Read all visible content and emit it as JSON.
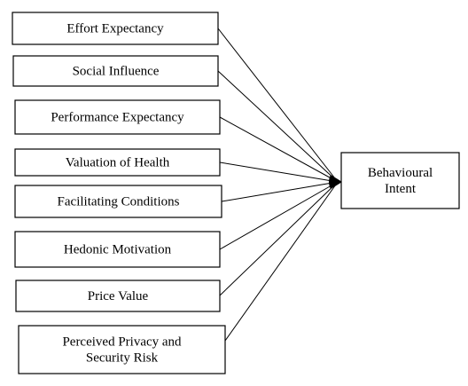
{
  "diagram": {
    "target": {
      "lines": [
        "Behavioural",
        "Intent"
      ]
    },
    "factors": [
      {
        "lines": [
          "Effort Expectancy"
        ]
      },
      {
        "lines": [
          "Social Influence"
        ]
      },
      {
        "lines": [
          "Performance Expectancy"
        ]
      },
      {
        "lines": [
          "Valuation of Health"
        ]
      },
      {
        "lines": [
          "Facilitating Conditions"
        ]
      },
      {
        "lines": [
          "Hedonic Motivation"
        ]
      },
      {
        "lines": [
          "Price Value"
        ]
      },
      {
        "lines": [
          "Perceived Privacy and",
          "Security Risk"
        ]
      }
    ],
    "colors": {
      "stroke": "#000000",
      "fill": "#ffffff"
    }
  }
}
